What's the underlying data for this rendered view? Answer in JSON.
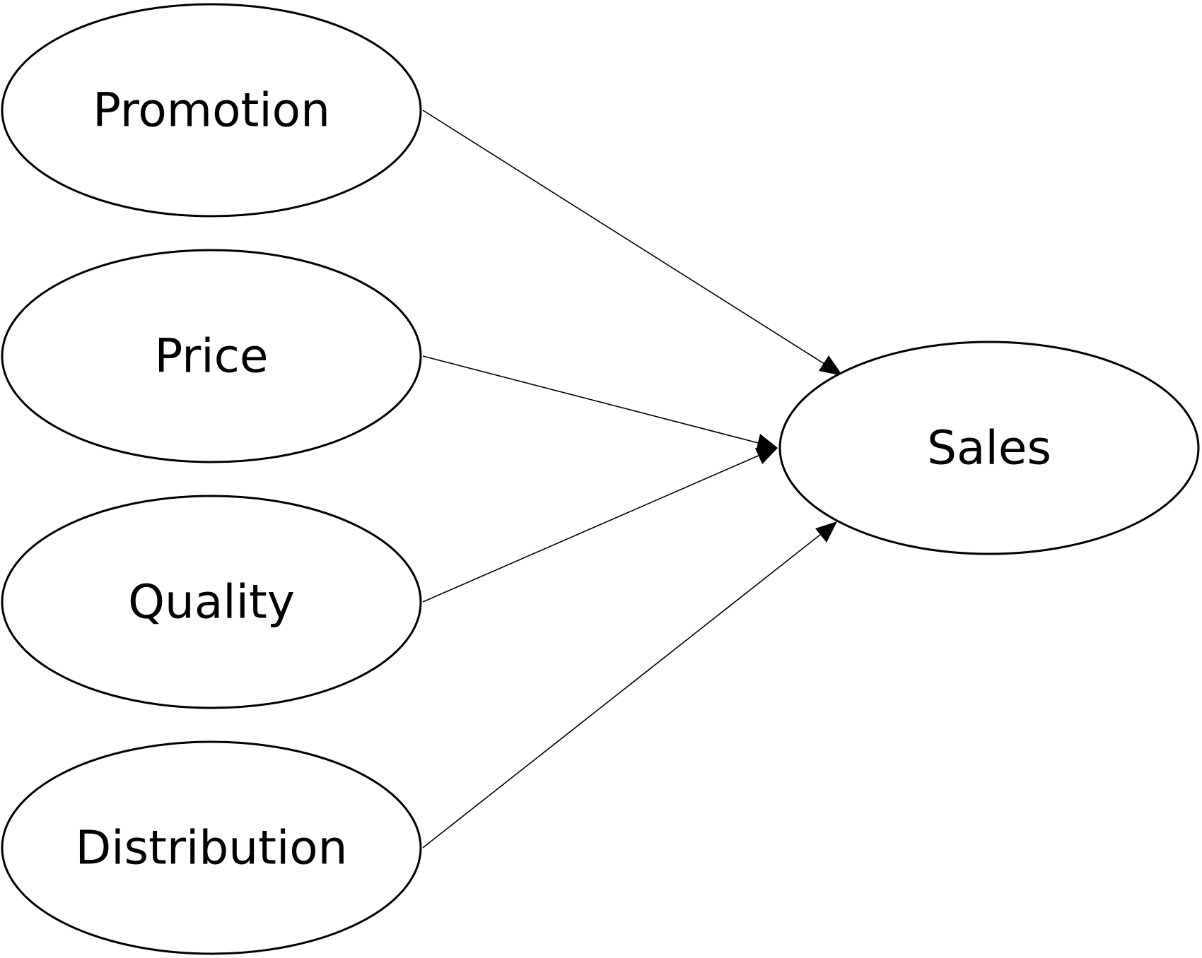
{
  "diagram": {
    "nodes": [
      {
        "id": "promotion",
        "label": "Promotion"
      },
      {
        "id": "price",
        "label": "Price"
      },
      {
        "id": "quality",
        "label": "Quality"
      },
      {
        "id": "distribution",
        "label": "Distribution"
      },
      {
        "id": "sales",
        "label": "Sales"
      }
    ],
    "edges": [
      {
        "from": "promotion",
        "to": "sales"
      },
      {
        "from": "price",
        "to": "sales"
      },
      {
        "from": "quality",
        "to": "sales"
      },
      {
        "from": "distribution",
        "to": "sales"
      }
    ]
  }
}
